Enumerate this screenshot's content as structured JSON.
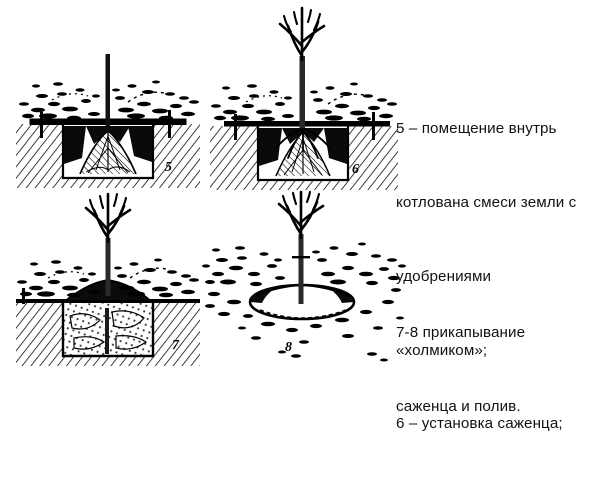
{
  "document": {
    "kind": "instructional-diagram",
    "subject": "Посадка саженца",
    "background_color": "#ffffff",
    "ink_color": "#000000"
  },
  "panels": [
    {
      "id": "5",
      "number_label": "5",
      "name": "pit-with-soil-mound",
      "description": "Помещение внутрь котлована смеси земли с удобрениями «холмиком»",
      "elements": [
        "посадочный котлован",
        "холмик смеси земли с удобрениями",
        "посадочный кол",
        "посадочная доска",
        "штриховка грунта",
        "мульча на поверхности"
      ]
    },
    {
      "id": "6",
      "number_label": "6",
      "name": "sapling-placed-on-mound",
      "description": "Установка саженца на холмик в котловане",
      "elements": [
        "саженец с кроной из 5 ветвей",
        "корни расправлены по холмику",
        "посадочная доска",
        "котлован",
        "штриховка грунта"
      ]
    },
    {
      "id": "7",
      "number_label": "7",
      "name": "pit-backfilled",
      "description": "Прикапывание саженца — засыпка котлована землёй",
      "elements": [
        "саженец",
        "засыпанный котлован",
        "земляной валик у ствола",
        "уровень почвы"
      ]
    },
    {
      "id": "8",
      "number_label": "8",
      "name": "watering-basin",
      "description": "Полив — лунка вокруг ствола саженца",
      "elements": [
        "саженец",
        "поливочная лунка",
        "мульча вокруг"
      ]
    }
  ],
  "captions": {
    "top": {
      "lines": [
        "5 – помещение внутрь",
        "котлована смеси земли с",
        "удобрениями",
        "«холмиком»;",
        "6 – установка саженца;"
      ]
    },
    "bottom": {
      "lines": [
        "7-8 прикапывание",
        "саженца и полив."
      ]
    }
  }
}
